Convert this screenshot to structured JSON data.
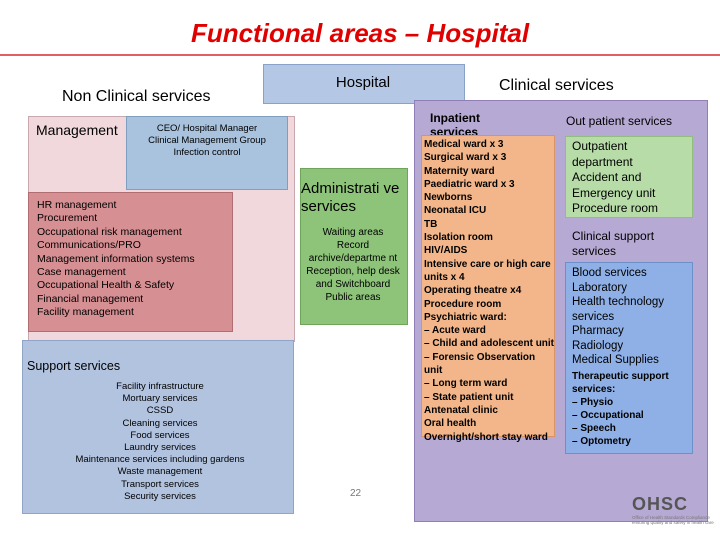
{
  "title": "Functional areas – Hospital",
  "non_clinical": {
    "label": "Non Clinical services",
    "management_label": "Management",
    "ceo_lines": "CEO/ Hospital Manager\nClinical Management Group\nInfection control",
    "hr_lines": "HR management\nProcurement\nOccupational risk management\nCommunications/PRO\nManagement information systems\nCase management\nOccupational Health & Safety\nFinancial management\nFacility management",
    "support_label": "Support services",
    "support_lines": "Facility infrastructure\nMortuary services\nCSSD\nCleaning services\nFood services\nLaundry services\nMaintenance services including gardens\nWaste management\nTransport services\nSecurity services"
  },
  "hospital_label": "Hospital",
  "administrative": {
    "heading": "Administrati ve services",
    "lines": "Waiting areas\nRecord archive/departme nt\nReception, help desk and Switchboard\nPublic areas"
  },
  "clinical": {
    "label": "Clinical services",
    "inpatient_label": "Inpatient services",
    "inpatient_lines": "Medical ward x 3\nSurgical ward x 3\nMaternity ward\nPaediatric ward x 3\nNewborns\nNeonatal ICU\nTB\nIsolation room\nHIV/AIDS\nIntensive care or high care units x 4\nOperating theatre x4\nProcedure room\nPsychiatric ward:\n– Acute ward\n– Child and adolescent unit\n– Forensic Observation unit\n– Long term ward\n– State patient unit\nAntenatal clinic\nOral health\nOvernight/short stay ward",
    "outpatient_label": "Out patient services",
    "outpatient_lines": "Outpatient department\nAccident and Emergency unit\nProcedure room",
    "clinical_support_label": "Clinical support services",
    "blood_lines": "Blood services\nLaboratory\nHealth technology services\nPharmacy\nRadiology\nMedical Supplies",
    "therapeutic_lines": "Therapeutic support services:\n– Physio\n– Occupational\n– Speech\n– Optometry"
  },
  "page_number": "22",
  "logo": {
    "word": "OHSC",
    "line1": "Office of Health Standards Compliance",
    "line2": "ensuring quality and safety in health care"
  }
}
